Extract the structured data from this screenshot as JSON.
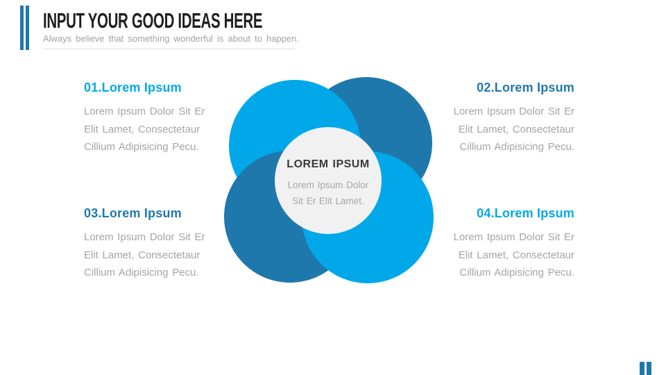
{
  "header": {
    "title": "INPUT YOUR GOOD IDEAS HERE",
    "subtitle": "Always believe that something wonderful is about to happen."
  },
  "colors": {
    "light_blue": "#00A8EA",
    "dark_blue": "#1F78AC",
    "title_text": "#1F1F1F",
    "muted_text": "#A4A4A4",
    "center_circle_bg": "#F1F1F1",
    "divider": "#DDDDDD"
  },
  "diagram": {
    "center_title": "LOREM IPSUM",
    "center_body": "Lorem Ipsum Dolor\nSit Er Elit Lamet.",
    "petals": [
      {
        "position": "top-left",
        "color": "#00A8EA"
      },
      {
        "position": "top-right",
        "color": "#1F78AC"
      },
      {
        "position": "bottom-left",
        "color": "#1F78AC"
      },
      {
        "position": "bottom-right",
        "color": "#00A8EA"
      }
    ]
  },
  "blocks": [
    {
      "heading": "01.Lorem Ipsum",
      "body": "Lorem Ipsum Dolor Sit Er\nElit Lamet, Consectetaur\nCillium Adipisicing Pecu.",
      "align": "left",
      "accent": "light_blue"
    },
    {
      "heading": "02.Lorem Ipsum",
      "body": "Lorem Ipsum Dolor Sit Er\nElit Lamet, Consectetaur\nCillium Adipisicing Pecu.",
      "align": "right",
      "accent": "dark_blue"
    },
    {
      "heading": "03.Lorem Ipsum",
      "body": "Lorem Ipsum Dolor Sit Er\nElit Lamet, Consectetaur\nCillium Adipisicing Pecu.",
      "align": "left",
      "accent": "dark_blue"
    },
    {
      "heading": "04.Lorem Ipsum",
      "body": "Lorem Ipsum Dolor Sit Er\nElit Lamet, Consectetaur\nCillium Adipisicing Pecu.",
      "align": "right",
      "accent": "light_blue"
    }
  ]
}
